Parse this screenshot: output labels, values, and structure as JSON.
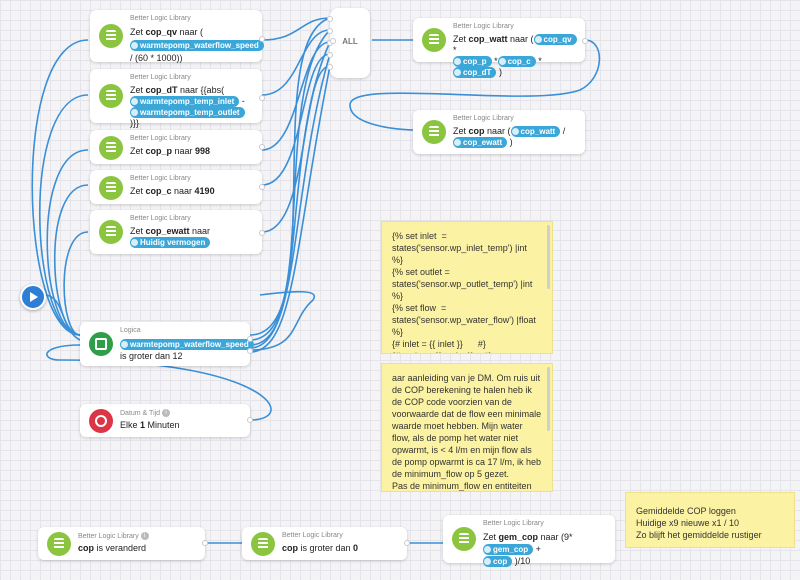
{
  "library_label": "Better Logic Library",
  "logic_label": "Logica",
  "datetime_label": "Datum & Tijd",
  "all_label": "ALL",
  "cards": {
    "qv": {
      "pre": "Zet ",
      "var": "cop_qv",
      "mid": " naar (",
      "tag": "warmtepomp_waterflow_speed",
      "post": " / (60 * 1000))"
    },
    "dT": {
      "pre": "Zet ",
      "var": "cop_dT",
      "mid": " naar {{abs(",
      "tag1": "warmtepomp_temp_inlet",
      "sep": " -",
      "tag2": "warmtepomp_temp_outlet",
      "post": " )}}"
    },
    "p": {
      "pre": "Zet ",
      "var": "cop_p",
      "mid": " naar ",
      "val": "998"
    },
    "c": {
      "pre": "Zet ",
      "var": "cop_c",
      "mid": " naar ",
      "val": "4190"
    },
    "ewatt": {
      "pre": "Zet ",
      "var": "cop_ewatt",
      "mid": " naar",
      "tag": "Huidig vermogen"
    },
    "watt": {
      "pre": "Zet ",
      "var": "cop_watt",
      "mid": " naar (",
      "tag1": "cop_qv",
      "s1": " *",
      "tag2": "cop_p",
      "s2": " *",
      "tag3": "cop_c",
      "s3": " *",
      "tag4": "cop_dT",
      "post": " )"
    },
    "cop": {
      "pre": "Zet ",
      "var": "cop",
      "mid": " naar (",
      "tag1": "cop_watt",
      "s1": " /",
      "tag2": "cop_ewatt",
      "post": " )"
    },
    "logic": {
      "tag": "warmtepomp_waterflow_speed",
      "mid": " is groter dan ",
      "val": "12"
    },
    "time": {
      "text": "Elke ",
      "num": "1",
      "unit": " Minuten"
    },
    "changed": {
      "var": "cop",
      "post": " is veranderd"
    },
    "greater": {
      "var": "cop",
      "post": " is groter dan ",
      "val": "0"
    },
    "gem": {
      "pre": "Zet ",
      "var": "gem_cop",
      "mid": " naar (9*",
      "tag1": "gem_cop",
      "s1": " +",
      "tag2": "cop",
      "post": " )/10"
    }
  },
  "notes": {
    "code": "{% set inlet  =\nstates('sensor.wp_inlet_temp') |int  %}\n{% set outlet =\nstates('sensor.wp_outlet_temp') |int  %}\n{% set flow  =\nstates('sensor.wp_water_flow') |float %}\n{# inlet = {{ inlet }}      #}\n{# outlet = {{ outlet }}    #}\n{# flow = {{ flow }}        #}\n{% set qv = flow / (60 * 1000) %}\n{% set dT = (inlet - outlet) |abs  %}",
    "explanation": "aar aanleiding van je DM. Om ruis uit de COP berekening te halen heb ik de COP code voorzien van de voorwaarde dat de flow een minimale waarde moet hebben. Mijn water flow, als de pomp het water niet opwarmt, is < 4 l/m en mijn flow als de pomp opwarmt is ca 17 l/m, ik heb de minimum_flow op 5 gezet.\nPas de minimum_flow en entiteiten aan naar eigen behoeft.",
    "gemiddelde": "Gemiddelde COP loggen\nHuidige x9 nieuwe x1 / 10\nZo blijft het gemiddelde rustiger"
  },
  "colors": {
    "flow_green": "#8bc53f",
    "tag_blue": "#3ba7d8",
    "wire_blue": "#3a8fd6",
    "note_yellow": "#fbf2a3"
  }
}
